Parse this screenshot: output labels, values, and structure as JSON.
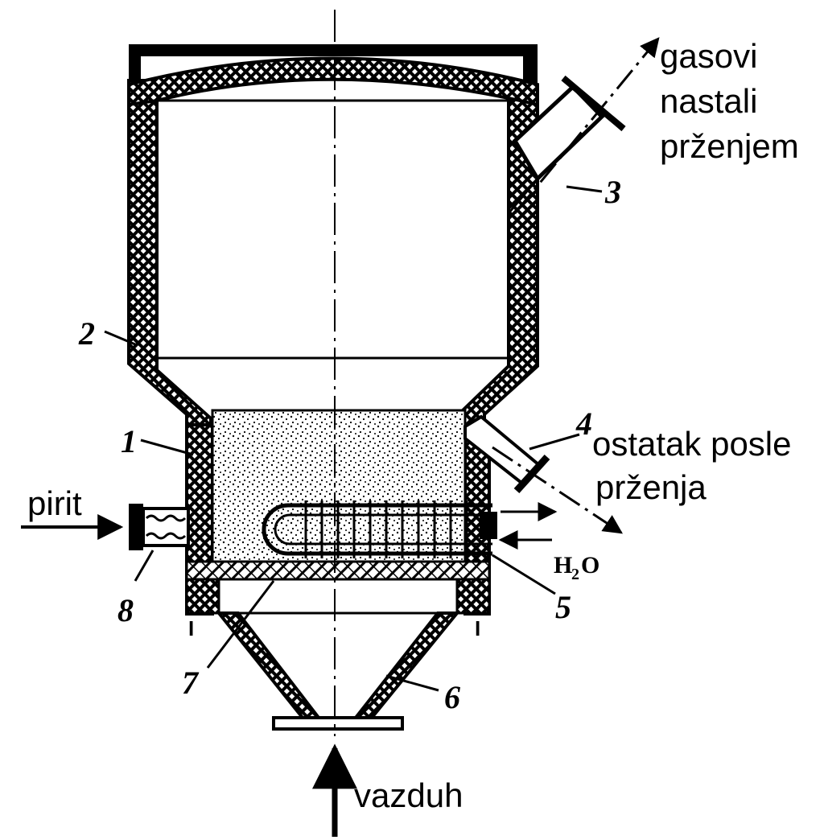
{
  "labels": {
    "gases_line1": "gasovi",
    "gases_line2": "nastali",
    "gases_line3": "prženjem",
    "residue_line1": "ostatak posle",
    "residue_line2": "prženja",
    "pyrite": "pirit",
    "air": "vazduh",
    "water_h": "H",
    "water_sub": "2",
    "water_o": "O"
  },
  "numbers": {
    "n1": "1",
    "n2": "2",
    "n3": "3",
    "n4": "4",
    "n5": "5",
    "n6": "6",
    "n7": "7",
    "n8": "8"
  },
  "colors": {
    "ink": "#000000",
    "paper": "#ffffff"
  }
}
